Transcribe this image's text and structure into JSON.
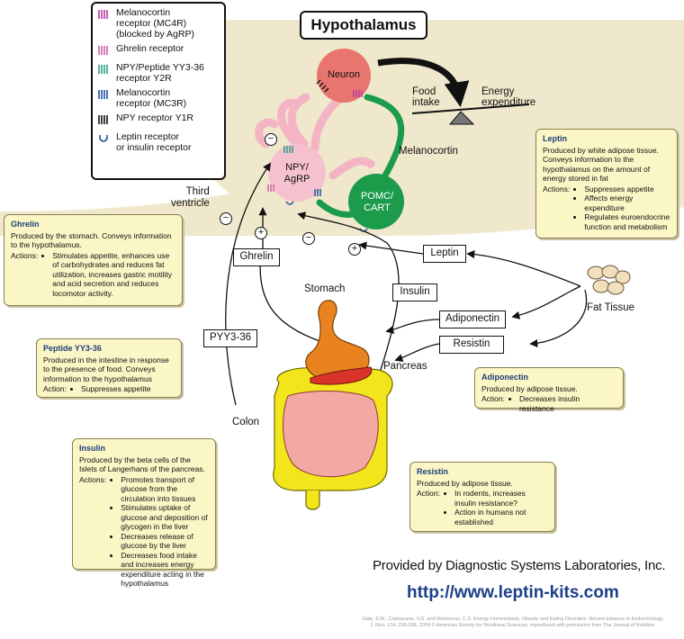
{
  "title": "Hypothalamus",
  "colors": {
    "hypothalamus_bg": "#efe8cc",
    "neuron": "#e9766e",
    "npy_agrp": "#f6c1ce",
    "pomc_cart": "#1c9b4b",
    "info_bg": "#fbf6c6",
    "url": "#1c3f86",
    "stomach": "#e8831f",
    "colon": "#f3e51c",
    "intestine": "#f2a9a3",
    "pancreas": "#d9342a"
  },
  "legend": [
    {
      "icon": "mc4r-receptor-icon",
      "color": "#b23aa0",
      "label": "Melanocortin\nreceptor (MC4R)\n(blocked by AgRP)"
    },
    {
      "icon": "ghrelin-receptor-icon",
      "color": "#d35fa8",
      "label": "Ghrelin receptor"
    },
    {
      "icon": "npy-peptide-yy-receptor-icon",
      "color": "#2d9e87",
      "label": "NPY/Peptide YY3-36\nreceptor Y2R"
    },
    {
      "icon": "mc3r-receptor-icon",
      "color": "#2350a0",
      "label": "Melanocortin\nreceptor (MC3R)"
    },
    {
      "icon": "npy-y1r-receptor-icon",
      "color": "#111111",
      "label": "NPY receptor Y1R"
    },
    {
      "icon": "leptin-insulin-receptor-icon",
      "color": "#2350a0",
      "label": "Leptin receptor\nor insulin receptor"
    }
  ],
  "nodes": {
    "neuron": "Neuron",
    "npy_agrp": "NPY/\nAgRP",
    "pomc_cart": "POMC/\nCART"
  },
  "labels": {
    "food_intake": "Food\nintake",
    "energy_expenditure": "Energy\nexpenditure",
    "melanocortin": "Melanocortin",
    "third_ventricle": "Third\nventricle",
    "stomach": "Stomach",
    "pancreas": "Pancreas",
    "colon": "Colon",
    "fat_tissue": "Fat Tissue"
  },
  "hormone_tags": {
    "ghrelin": "Ghrelin",
    "leptin": "Leptin",
    "insulin": "Insulin",
    "adiponectin": "Adiponectin",
    "resistin": "Resistin",
    "pyy": "PYY3-36"
  },
  "signs": {
    "minus": "−",
    "plus": "+"
  },
  "info_boxes": {
    "leptin": {
      "title": "Leptin",
      "desc": "Produced by white adipose tissue. Conveys information to the hypothalamus on the amount of energy stored in fat",
      "actions_label": "Actions:",
      "actions": [
        "Suppresses appetite",
        "Affects energy expenditure",
        "Regulates euroendocrine function and metabolism"
      ]
    },
    "ghrelin": {
      "title": "Ghrelin",
      "desc": "Produced by the stomach.  Conveys information to the hypothalamus.",
      "actions_label": "Actions:",
      "actions": [
        "Stimulates appetite, enhances use of carbohydrates and reduces fat utilization, increases gastric motility and acid secretion and reduces locomotor activity."
      ]
    },
    "pyy": {
      "title": "Peptide YY3-36",
      "desc": "Produced in the intestine in response to the presence of food.  Conveys information to the hypothalamus",
      "actions_label": "Action:",
      "actions": [
        "Suppresses appetite"
      ]
    },
    "adiponectin": {
      "title": "Adiponectin",
      "desc": "Produced by adipose tissue.",
      "actions_label": "Action:",
      "actions": [
        "Decreases insulin resistance"
      ]
    },
    "insulin": {
      "title": "Insulin",
      "desc": "Produced by the beta cells of the Islets of Langerhans of the pancreas.",
      "actions_label": "Actions:",
      "actions": [
        "Promotes transport of glucose from the circulation into tissues",
        "Stimulates uptake of glucose and deposition of glycogen in  the liver",
        "Decreases release of glucose by the liver",
        "Decreases food intake and increases energy expenditure  acting in the hypothalamus"
      ]
    },
    "resistin": {
      "title": "Resistin",
      "desc": "Produced by adipose tissue.",
      "actions_label": "Action:",
      "actions": [
        "In rodents, increases insulin resistance?",
        "Action in humans not established"
      ]
    }
  },
  "footer": {
    "credit": "Provided by Diagnostic Systems Laboratories, Inc.",
    "url": "http://www.leptin-kits.com",
    "citation": "Gale, S.M., Castracane, V.D. and Mantzoros, C.S. Energy Homeostasis, Obesity and Eating Disorders: Recent advance in Endocrinology, J. Nutr. 134: 295-298, 2004 © American Society for Nutritional Sciences, reproduced with permission from The Journal of Nutrition."
  }
}
